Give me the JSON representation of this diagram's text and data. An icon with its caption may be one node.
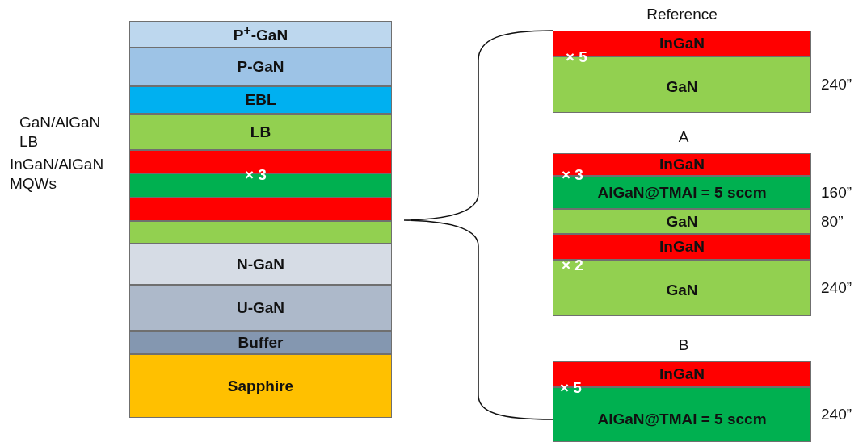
{
  "diagram": {
    "nodes": [
      {
        "text": [
          "P$^{+}$-GaN"
        ]
      },
      {
        "text": [
          "P-GaN"
        ]
      },
      {
        "text": [
          "EBL"
        ]
      },
      {
        "text": [
          "LB"
        ]
      },
      {
        "text": [],
        "shape": "bar"
      },
      {
        "text": [],
        "shape": "bar"
      },
      {
        "text": [],
        "shape": "bar"
      },
      {
        "text": [],
        "shape": "bar"
      },
      {
        "text": [
          "N-GaN"
        ]
      },
      {
        "text": [
          "U-GaN"
        ]
      },
      {
        "text": [
          "Buffer"
        ]
      },
      {
        "text": [
          "Sapphire"
        ]
      },
      {
        "text": [
          "InGaN"
        ]
      },
      {
        "text": [
          "GaN"
        ],
        "beside": [
          "240”"
        ]
      },
      {
        "text": [
          "InGaN"
        ]
      },
      {
        "text": [
          "AlGaN@TMAl = 5 sccm"
        ],
        "beside": [
          "160”"
        ]
      },
      {
        "text": [
          "GaN"
        ],
        "beside": [
          "80”"
        ]
      },
      {
        "text": [
          "InGaN"
        ]
      },
      {
        "text": [
          "GaN"
        ],
        "beside": [
          "240”"
        ]
      },
      {
        "text": [
          "InGaN"
        ]
      },
      {
        "text": [
          "AlGaN@TMAl = 5 sccm"
        ],
        "beside": [
          "240”"
        ]
      }
    ],
    "labels": [
      "Reference",
      "× 5",
      "GaN/AlGaN LB",
      "A",
      "InGaN/AlGaN MQWs",
      "× 3",
      "× 3",
      "× 2",
      "B",
      "× 5"
    ]
  }
}
